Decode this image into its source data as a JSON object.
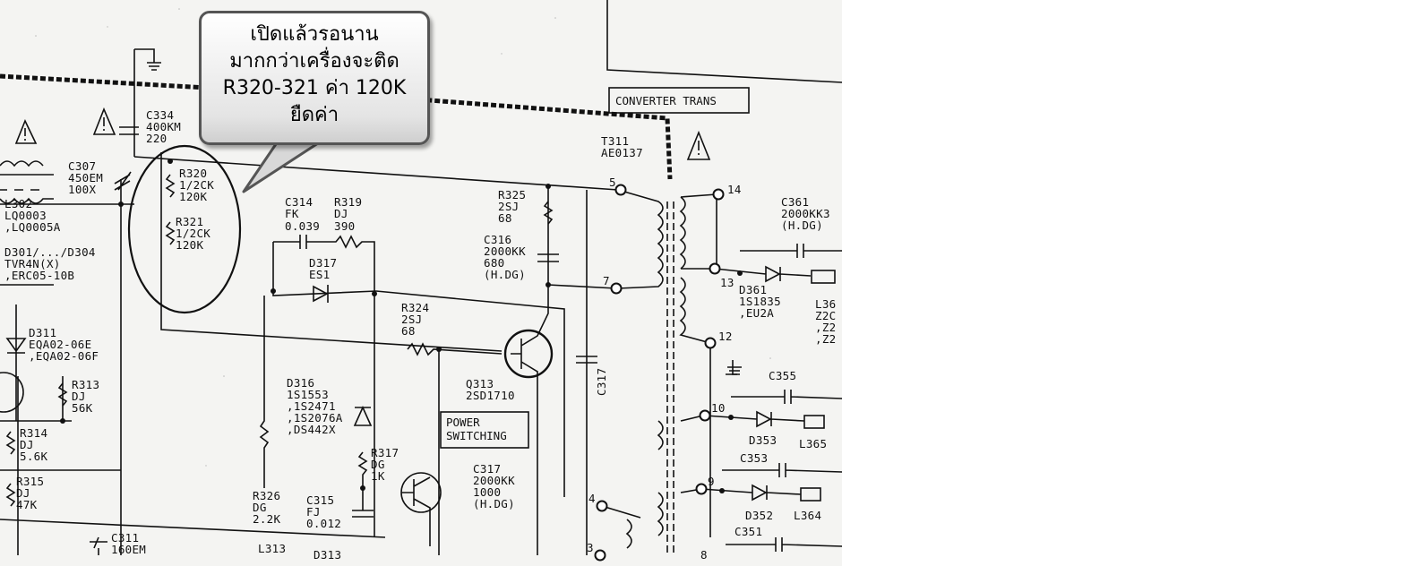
{
  "callout": {
    "lines": [
      "เปิดแล้วรอนาน",
      "มากกว่าเครื่องจะติด",
      "R320-321 ค่า 120K",
      "ยืดค่า"
    ]
  },
  "labels": {
    "converter_trans": "CONVERTER TRANS",
    "power_switching_1": "POWER",
    "power_switching_2": "SWITCHING",
    "c334": [
      "C334",
      "400KM",
      "220"
    ],
    "c307": [
      "C307",
      "450EM",
      "100X"
    ],
    "r320": [
      "R320",
      "1/2CK",
      "120K"
    ],
    "r321": [
      "R321",
      "1/2CK",
      "120K"
    ],
    "l302": [
      "L302",
      "LQ0003",
      ",LQ0005A"
    ],
    "d301": [
      "D301/.../D304",
      "TVR4N(X)",
      ",ERC05-10B"
    ],
    "d311": [
      "D311",
      "EQA02-06E",
      ",EQA02-06F"
    ],
    "r313": [
      "R313",
      "DJ",
      "56K"
    ],
    "r314": [
      "R314",
      "DJ",
      "5.6K"
    ],
    "r315": [
      "R315",
      "DJ",
      "47K"
    ],
    "c311": [
      "C311",
      "160EM"
    ],
    "c314": [
      "C314",
      "FK",
      "0.039"
    ],
    "r319": [
      "R319",
      "DJ",
      "390"
    ],
    "d317": [
      "D317",
      "ES1"
    ],
    "r324": [
      "R324",
      "2SJ",
      "68"
    ],
    "d316": [
      "D316",
      "1S1553",
      ",1S2471",
      ",1S2076A",
      ",DS442X"
    ],
    "r317": [
      "R317",
      "DG",
      "1K"
    ],
    "r326": [
      "R326",
      "DG",
      "2.2K"
    ],
    "c315": [
      "C315",
      "FJ",
      "0.012"
    ],
    "l313": [
      "L313"
    ],
    "d313": [
      "D313"
    ],
    "r325": [
      "R325",
      "2SJ",
      "68"
    ],
    "c316": [
      "C316",
      "2000KK",
      "680",
      "(H.DG)"
    ],
    "q313": [
      "Q313",
      "2SD1710"
    ],
    "c317a": "C317",
    "c317b": [
      "C317",
      "2000KK",
      "1000",
      "(H.DG)"
    ],
    "t311": [
      "T311",
      "AE0137"
    ],
    "c361": [
      "C361",
      "2000KK3",
      "(H.DG)"
    ],
    "d361": [
      "D361",
      "1S1835",
      ",EU2A"
    ],
    "l36x": [
      "L36",
      "Z2C",
      ",Z2",
      ",Z2"
    ],
    "c355": "C355",
    "d353": "D353",
    "l365": "L365",
    "c353": "C353",
    "d352": "D352",
    "l364": "L364",
    "c351": "C351",
    "pins": [
      "5",
      "7",
      "4",
      "3",
      "14",
      "13",
      "12",
      "10",
      "9",
      "8"
    ]
  }
}
